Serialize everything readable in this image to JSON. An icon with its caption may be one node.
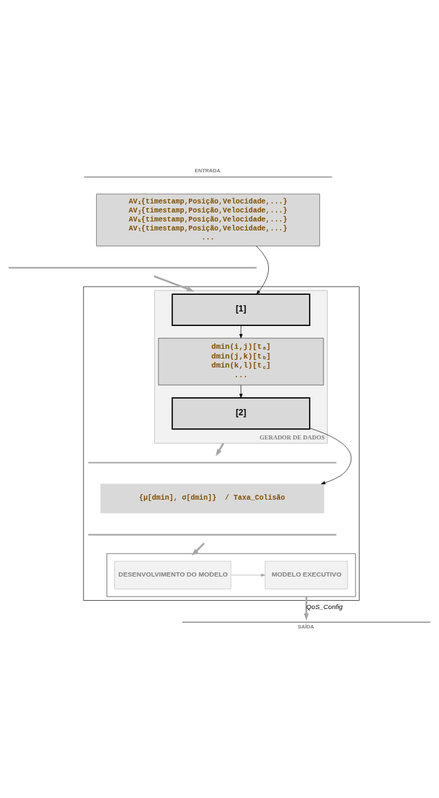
{
  "diagram": {
    "nodes": [
      {
        "text": [
          "ENTRADA"
        ]
      },
      {
        "text": [
          "AV$_{i}${timestamp,Posição,Velocidade,...}",
          "AV$_{j}${timestamp,Posição,Velocidade,...}",
          "AV$_{k}${timestamp,Posição,Velocidade,...}",
          "AV$_{l}${timestamp,Posição,Velocidade,...}",
          "..."
        ]
      },
      {
        "text": [],
        "shape": "bar"
      },
      {
        "text": [],
        "shape": "box"
      },
      {
        "text": [
          "GERADOR DE DADOS"
        ],
        "in": 3
      },
      {
        "text": [
          "[1]"
        ],
        "in": 4
      },
      {
        "text": [
          "dmin(i,j)[t$_{a}$]",
          "dmin(j,k)[t$_{b}$]",
          "dmin(k,l)[t$_{c}$]",
          "..."
        ],
        "in": 4
      },
      {
        "text": [
          "[2]"
        ],
        "in": 4
      },
      {
        "text": [],
        "shape": "bar",
        "in": 3
      },
      {
        "text": [
          "{μ[dmin], σ[dmin]}  / Taxa_Colisão"
        ],
        "in": 3
      },
      {
        "text": [],
        "shape": "bar",
        "in": 3
      },
      {
        "text": [],
        "shape": "box",
        "in": 3
      },
      {
        "text": [
          "DESENVOLVIMENTO DO MODELO"
        ],
        "in": 11
      },
      {
        "text": [
          "MODELO EXECUTIVO"
        ],
        "in": 11
      },
      {
        "text": [
          "SAÍDA"
        ]
      }
    ],
    "edges": [
      {
        "from": 1,
        "to": 5,
        "arrow": "to",
        "color": "#000000"
      },
      {
        "from": 2,
        "to": 4,
        "arrow": "to",
        "style": "thick",
        "color": "#a6a6a6"
      },
      {
        "from": 5,
        "to": 6,
        "arrow": "to",
        "color": "#000000"
      },
      {
        "from": 6,
        "to": 7,
        "arrow": "to",
        "color": "#000000"
      },
      {
        "from": 4,
        "to": 8,
        "arrow": "to",
        "style": "thick",
        "color": "#a6a6a6"
      },
      {
        "from": 7,
        "to": 9,
        "arrow": "to",
        "color": "#000000"
      },
      {
        "from": 10,
        "to": 11,
        "arrow": "to",
        "style": "thick",
        "color": "#a6a6a6"
      },
      {
        "from": 12,
        "to": 13,
        "arrow": "to",
        "color": "#a6a6a6"
      },
      {
        "from": 11,
        "to": 14,
        "arrow": "to",
        "style": "thick",
        "color": "#a6a6a6",
        "label": "QoS_Config"
      }
    ]
  }
}
